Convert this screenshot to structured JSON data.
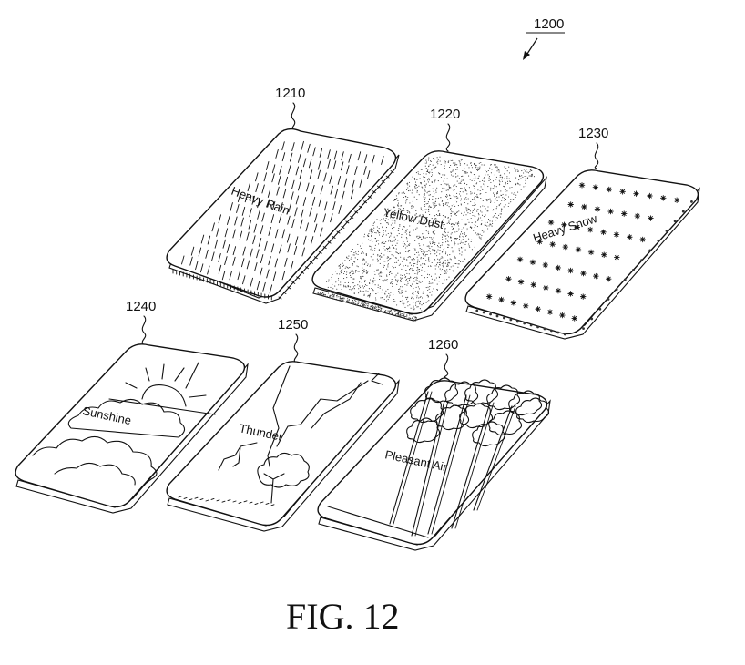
{
  "figure": {
    "ref_number": "1200",
    "caption": "FIG. 12"
  },
  "panels": [
    {
      "ref": "1210",
      "label": "Heavy Rain",
      "pattern": "rain"
    },
    {
      "ref": "1220",
      "label": "Yellow Dust",
      "pattern": "dust"
    },
    {
      "ref": "1230",
      "label": "Heavy Snow",
      "pattern": "snow"
    },
    {
      "ref": "1240",
      "label": "Sunshine",
      "pattern": "sun"
    },
    {
      "ref": "1250",
      "label": "Thunder",
      "pattern": "thunder"
    },
    {
      "ref": "1260",
      "label": "Pleasant Air",
      "pattern": "forest"
    }
  ],
  "colors": {
    "ink": "#111111",
    "paper": "#ffffff"
  }
}
